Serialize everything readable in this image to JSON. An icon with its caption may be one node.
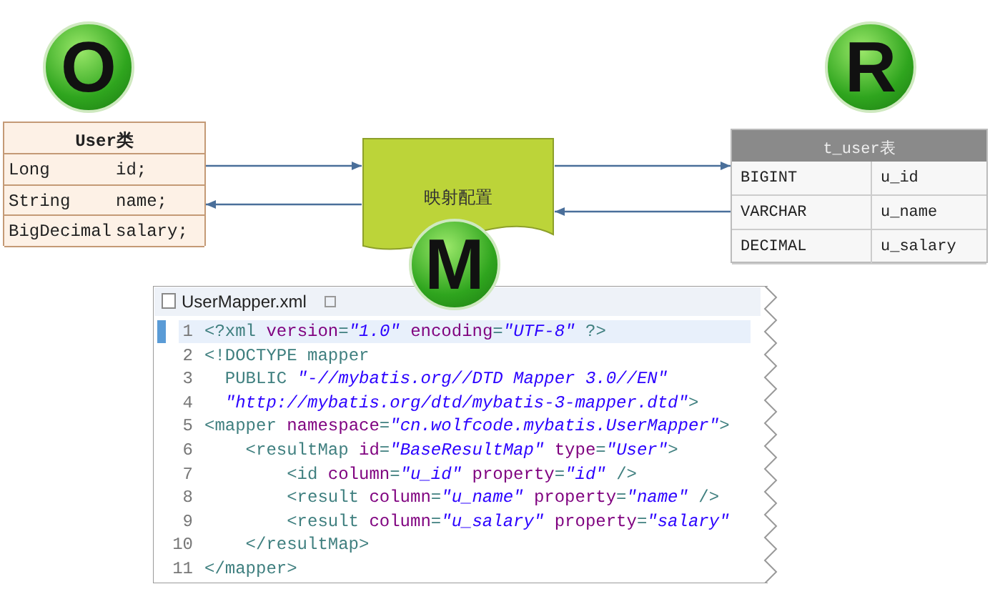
{
  "diagram": {
    "nodes": [
      {
        "text": [
          "O"
        ]
      },
      {
        "text": [
          "R"
        ]
      },
      {
        "text": [
          "User类",
          "Long",
          "id;",
          "String",
          "name;",
          "BigDecimal",
          "salary;"
        ]
      },
      {
        "text": [
          "映射配置"
        ]
      },
      {
        "text": [
          "t_user表",
          "BIGINT",
          "u_id",
          "VARCHAR",
          "u_name",
          "DECIMAL",
          "u_salary"
        ]
      },
      {
        "text": [
          "M"
        ]
      },
      {
        "text": [
          "UserMapper.xml",
          "1",
          "<?xml version=\"1.0\" encoding=\"UTF-8\" ?>",
          "2",
          "<!DOCTYPE mapper",
          "3",
          "PUBLIC \"-//mybatis.org//DTD Mapper 3.0//EN\"",
          "4",
          "\"http://mybatis.org/dtd/mybatis-3-mapper.dtd\">",
          "5",
          "<mapper namespace=\"cn.wolfcode.mybatis.UserMapper\">",
          "6",
          "<resultMap id=\"BaseResultMap\" type=\"User\">",
          "7",
          "<id column=\"u_id\" property=\"id\" />",
          "8",
          "<result column=\"u_name\" property=\"name\" />",
          "9",
          "<result column=\"u_salary\" property=\"salary\"",
          "10",
          "</resultMap>",
          "11",
          "</mapper>"
        ]
      }
    ],
    "edges": [
      {
        "from": 2,
        "to": 3,
        "arrow": "to"
      },
      {
        "from": 3,
        "to": 2,
        "arrow": "to"
      },
      {
        "from": 3,
        "to": 4,
        "arrow": "to"
      },
      {
        "from": 4,
        "to": 3,
        "arrow": "to"
      }
    ]
  }
}
